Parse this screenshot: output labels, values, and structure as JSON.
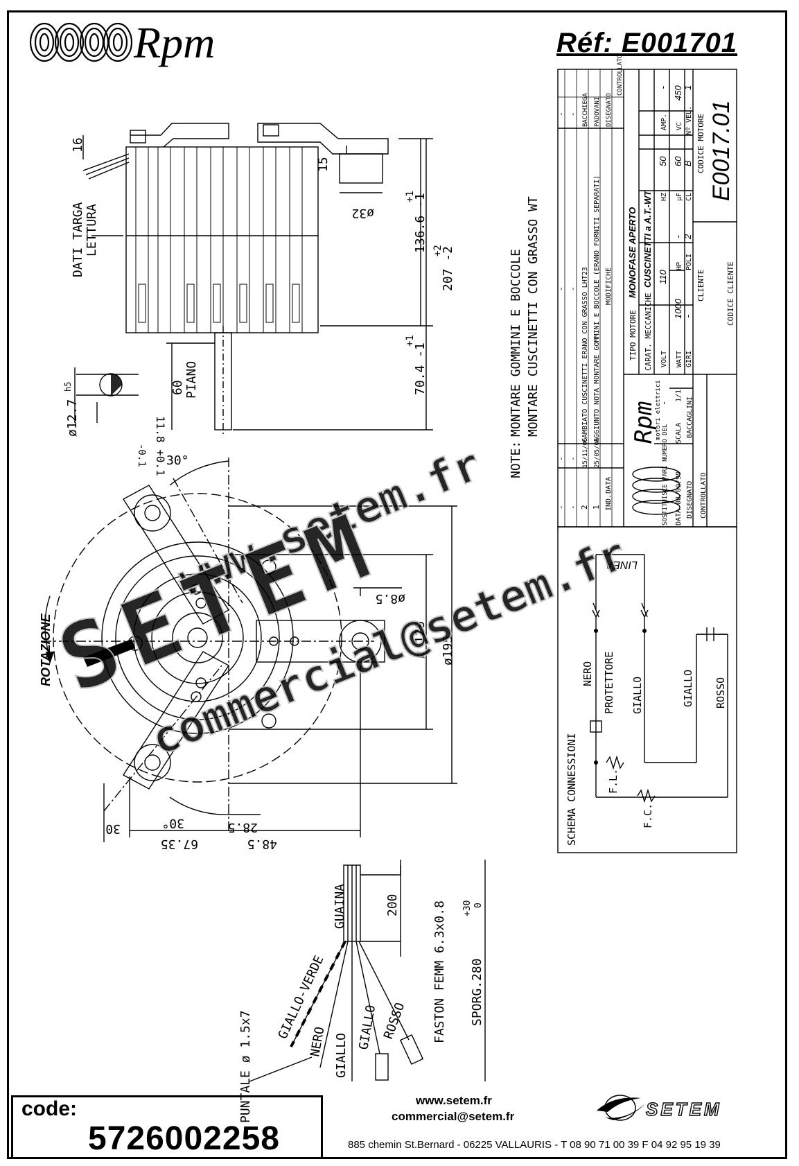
{
  "header": {
    "brand": "Rpm",
    "reference": "Réf:  E001701"
  },
  "drawing": {
    "dims": {
      "d16": "16",
      "d15": "15",
      "d32": "ø32",
      "d136": "136.6 -1",
      "d136_tol": "+1",
      "d207": "207 -2",
      "d207_tol": "+2",
      "d704": "70.4 -1",
      "d704_tol": "+1",
      "d60": "60",
      "piano": "PIANO",
      "shaft_dia": "ø12.7",
      "shaft_tol": "h5",
      "flat": "11.8 +0.1",
      "flat_tol": "-0.1",
      "plate": "DATI TARGA",
      "plate2": "LETTURA",
      "a30top": "30°",
      "d85": "ø8.5",
      "d129": "ø 129",
      "d195": "ø195",
      "rot": "ROTAZIONE",
      "a30b": "30°",
      "d30b": "30",
      "d285": "28.5",
      "d6735": "67.35",
      "d485": "48.5"
    },
    "notes": {
      "note_label": "NOTE:",
      "note1": "MONTARE GOMMINI E BOCCOLE",
      "note2": "MONTARE CUSCINETTI CON GRASSO WT"
    },
    "cable": {
      "guaina": "GUAINA",
      "d200": "200",
      "faston": "FASTON FEMM 6.3x0.8",
      "sporg": "SPORG.280",
      "sporg_tol": "+30",
      "sporg_tol2": "0",
      "puntale": "PUNTALE ø 1.5x7",
      "w_gv": "GIALLO-VERDE",
      "w_nero": "NERO",
      "w_giallo": "GIALLO",
      "w_giallo2": "GIALLO",
      "w_rosso": "ROSSO"
    }
  },
  "title_block": {
    "rev_rows": [
      {
        "n": "-",
        "date": "-",
        "desc": "-",
        "signed": "-"
      },
      {
        "n": "-",
        "date": "-",
        "desc": "-",
        "signed": "-"
      },
      {
        "n": "2",
        "date": "15/11/06",
        "desc": "CAMBIATO CUSCINETTI ERANO CON GRASSO LHT23",
        "signed": "BACCHIEGA"
      },
      {
        "n": "1",
        "date": "25/05/06",
        "desc": "AGGIUNTO NOTA MONTARE GOMMINI E BOCCOLE (ERANO FORNITI SEPARATI)",
        "signed": "PADOVANI"
      }
    ],
    "hdr_ind": "IND.",
    "hdr_data": "DATA",
    "hdr_modifiche": "MODIFICHE",
    "hdr_disegnato": "DISEGNATO",
    "hdr_controllato": "CONTROLLATO",
    "motor_type_label": "TIPO MOTORE",
    "motor_type": "MONOFASE APERTO",
    "mech_label": "CARAT. MECCANICHE",
    "mech": "CUSCINETTI  a  A.T.-WT",
    "volt_label": "VOLT",
    "volt": "110",
    "hz_label": "HZ",
    "hz": "50",
    "amp_label": "AMP.",
    "amp": "-",
    "watt_label": "WATT",
    "watt": "1000",
    "hp_label": "HP",
    "hp": "-",
    "uf_label": "µF",
    "uf": "60",
    "vc_label": "VC",
    "vc": "450",
    "giri_label": "GIRI",
    "giri": "-",
    "poli_label": "POLI",
    "poli": "2",
    "cl_label": "CL.",
    "cl": "B",
    "vel_label": "Nº VEL.",
    "vel": "1",
    "cliente_label": "CLIENTE",
    "codice_cliente_label": "CODICE CLIENTE",
    "codice_motore_label": "CODICE MOTORE",
    "codice_motore": "E0017.01",
    "logo_text": "Rpm",
    "logo_sub": "motori elettrici",
    "sostituisce_label": "SOSTITUISCE PARI NUMERO DEL",
    "sostituisce": "-",
    "data_label": "DATA",
    "data": "08/09/99",
    "scala_label": "SCALA",
    "scala": "1/1",
    "disegnato_label": "DISEGNATO",
    "disegnato": "BACCAGLINI",
    "controllato_label": "CONTROLLATO"
  },
  "schema": {
    "title": "SCHEMA CONNESSIONI",
    "linea": "LINEA",
    "nero": "NERO",
    "protettore": "PROTETTORE",
    "giallo": "GIALLO",
    "giallo2": "GIALLO",
    "rosso": "ROSSO",
    "fl": "F.L.",
    "fc": "F.C."
  },
  "footer": {
    "code_label": "code:",
    "code": "5726002258",
    "web": "www.setem.fr",
    "email": "commercial@setem.fr",
    "address": "885 chemin St.Bernard  -  06225 VALLAURIS  -  T 08 90 71 00 39   F 04 92 95 19 39",
    "company": "SETEM"
  },
  "watermark": {
    "line1": "www.setem.fr",
    "line2": "SETEM",
    "line3": "commercial@setem.fr"
  }
}
